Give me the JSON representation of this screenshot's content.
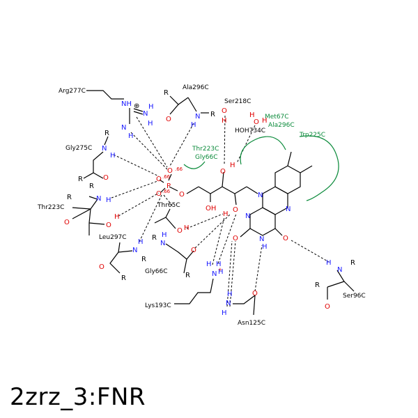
{
  "title": "2zrz_3:FNR",
  "residues": {
    "arg277": "Arg277C",
    "ala296_top": "Ala296C",
    "ser218": "Ser218C",
    "hoh734": "HOH734C",
    "gly275": "Gly275C",
    "thr223_left": "Thr223C",
    "thr65": "Thr65C",
    "leu297": "Leu297C",
    "gly66_lower": "Gly66C",
    "lys193": "Lys193C",
    "asn125": "Asn125C",
    "ser96": "Ser96C"
  },
  "hydrophobic": {
    "met67": "Met67C",
    "ala296": "Ala296C",
    "trp225": "Trp225C",
    "thr223": "Thr223C",
    "gly66": "Gly66C"
  },
  "atoms": {
    "N": "N",
    "H": "H",
    "O": "O",
    "R": "R",
    "P": "P",
    "NH": "NH",
    "OH": "OH",
    "plus": "⊕",
    "charge": ".66",
    "lys_n": "N",
    "lys_plus": "+"
  }
}
